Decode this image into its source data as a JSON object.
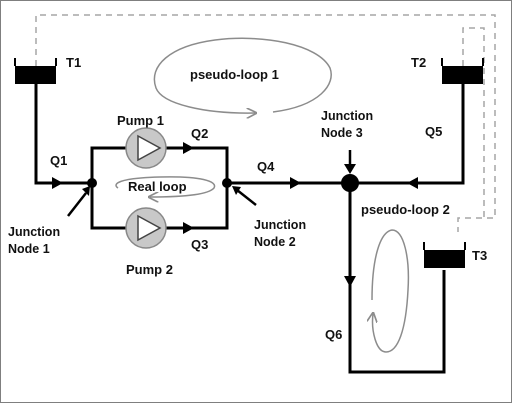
{
  "labels": {
    "t1": "T1",
    "t2": "T2",
    "t3": "T3",
    "pseudo_loop_1": "pseudo-loop 1",
    "pseudo_loop_2": "pseudo-loop 2",
    "real_loop": "Real loop",
    "pump_1": "Pump 1",
    "pump_2": "Pump 2",
    "q1": "Q1",
    "q2": "Q2",
    "q3": "Q3",
    "q4": "Q4",
    "q5": "Q5",
    "q6": "Q6",
    "junction_word": "Junction",
    "node_1": "Node 1",
    "node_2": "Node 2",
    "node_3": "Node 3"
  },
  "colors": {
    "pipe": "#000000",
    "dashed_line": "#a6a6a6",
    "loop_arrow": "#8c8c8c",
    "pump_fill": "#c8c8c8",
    "border": "#7f7f7f"
  }
}
